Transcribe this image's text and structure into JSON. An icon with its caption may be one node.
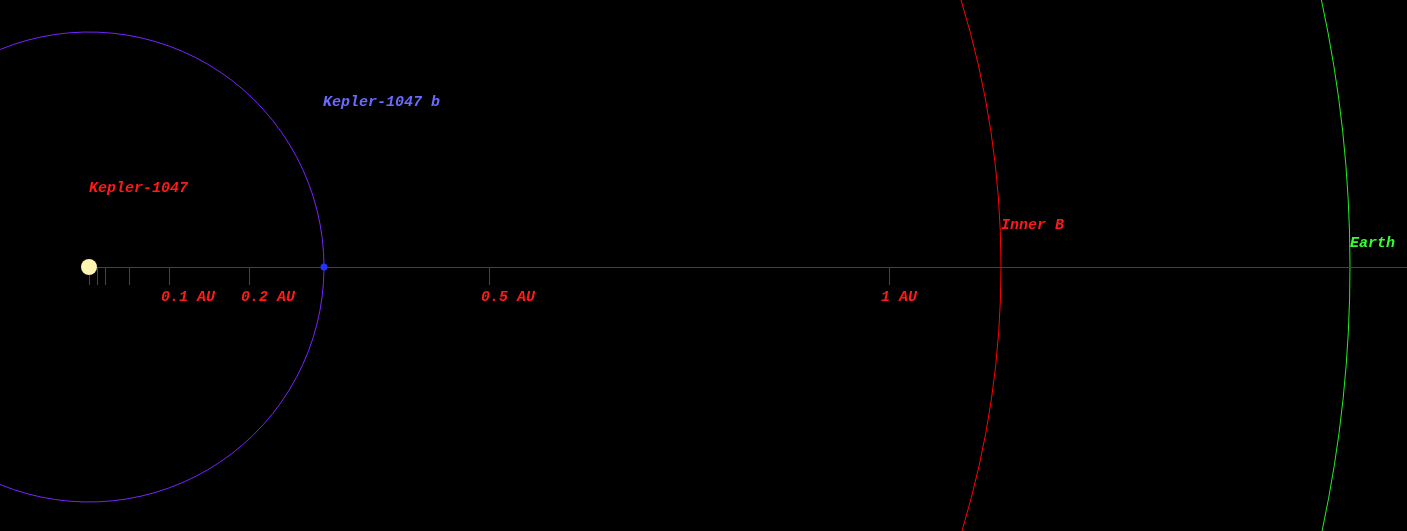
{
  "diagram": {
    "labels": [
      "Kepler-1047 b",
      "Kepler-1047",
      "Inner B",
      "Earth",
      "0.1 AU",
      "0.2 AU",
      "0.5 AU",
      "1 AU"
    ]
  }
}
